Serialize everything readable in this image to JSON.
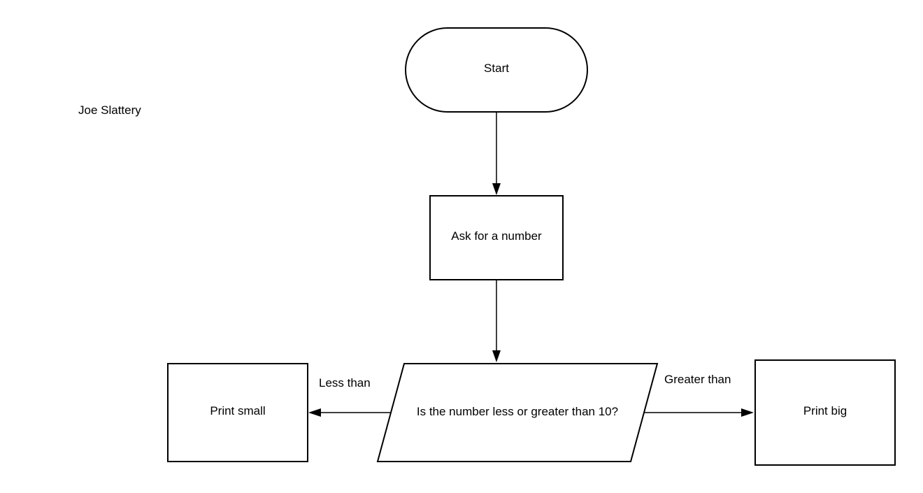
{
  "author": "Joe Slattery",
  "nodes": {
    "start": "Start",
    "ask": "Ask for a number",
    "decision": "Is the number less or greater than 10?",
    "small": "Print small",
    "big": "Print big"
  },
  "edges": {
    "less_label": "Less than",
    "greater_label": "Greater than"
  }
}
